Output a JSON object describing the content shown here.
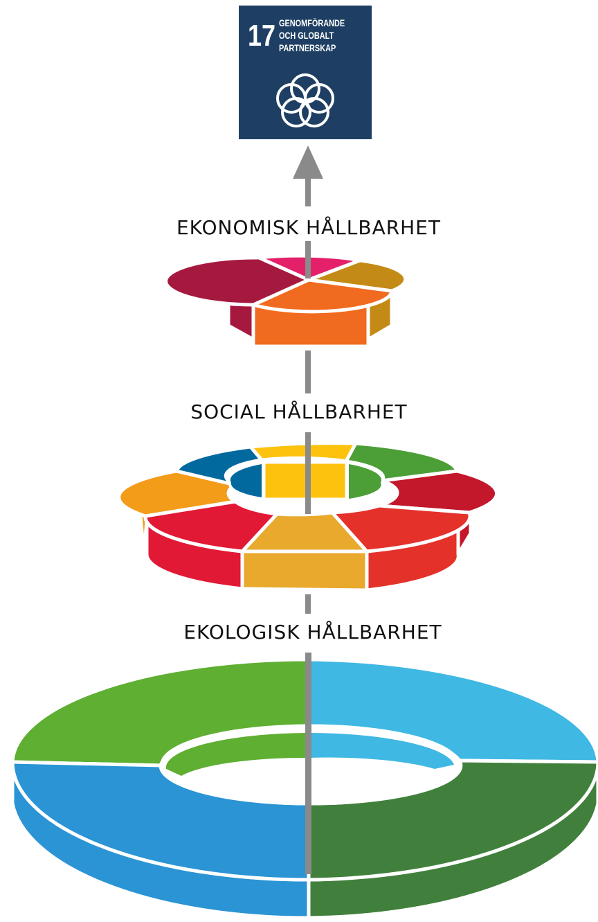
{
  "goal17": {
    "number": "17",
    "title_lines": [
      "GENOMFÖRANDE",
      "OCH GLOBALT",
      "PARTNERSKAP"
    ],
    "color": "#1e3f63",
    "icon": "five-ring-flower-icon"
  },
  "labels": {
    "economic": "EKONOMISK HÅLLBARHET",
    "social": "SOCIAL HÅLLBARHET",
    "ecological": "EKOLOGISK HÅLLBARHET"
  },
  "colors": {
    "axis": "#8a8a8a",
    "economic_segments": [
      "#e5206a",
      "#c38a15",
      "#f06a1f",
      "#a6193f"
    ],
    "social_segments": [
      "#fdc20d",
      "#4c9e37",
      "#c3172c",
      "#e4322b",
      "#e8a92d",
      "#e21935",
      "#f29c1a",
      "#02699e"
    ],
    "ecological_segments": [
      "#3fb8e3",
      "#41803c",
      "#2a94d5",
      "#5faf32"
    ]
  }
}
